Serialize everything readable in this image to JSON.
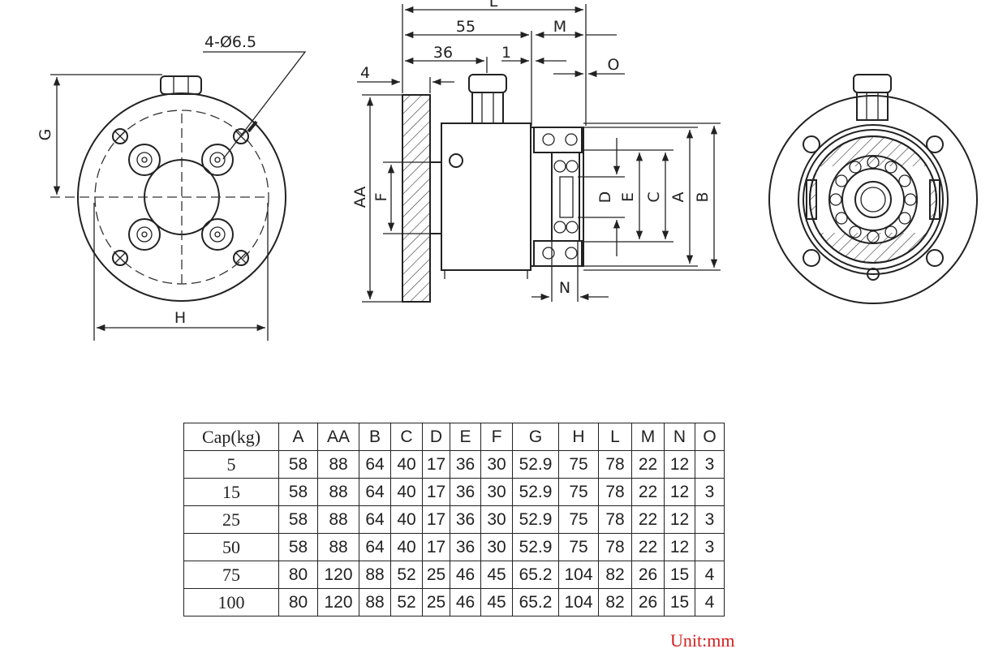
{
  "drawing": {
    "front_view": {
      "hole_callout": "4-Ø6.5",
      "dim_g": "G",
      "dim_h": "H"
    },
    "side_view": {
      "dim_l": "L",
      "dim_55": "55",
      "dim_m": "M",
      "dim_36": "36",
      "dim_1": "1",
      "dim_o": "O",
      "dim_4": "4",
      "dim_aa": "AA",
      "dim_f": "F",
      "dim_d": "D",
      "dim_e": "E",
      "dim_c": "C",
      "dim_a": "A",
      "dim_b": "B",
      "dim_n": "N"
    }
  },
  "table": {
    "headers": [
      "Cap(kg)",
      "A",
      "AA",
      "B",
      "C",
      "D",
      "E",
      "F",
      "G",
      "H",
      "L",
      "M",
      "N",
      "O"
    ],
    "rows": [
      [
        "5",
        "58",
        "88",
        "64",
        "40",
        "17",
        "36",
        "30",
        "52.9",
        "75",
        "78",
        "22",
        "12",
        "3"
      ],
      [
        "15",
        "58",
        "88",
        "64",
        "40",
        "17",
        "36",
        "30",
        "52.9",
        "75",
        "78",
        "22",
        "12",
        "3"
      ],
      [
        "25",
        "58",
        "88",
        "64",
        "40",
        "17",
        "36",
        "30",
        "52.9",
        "75",
        "78",
        "22",
        "12",
        "3"
      ],
      [
        "50",
        "58",
        "88",
        "64",
        "40",
        "17",
        "36",
        "30",
        "52.9",
        "75",
        "78",
        "22",
        "12",
        "3"
      ],
      [
        "75",
        "80",
        "120",
        "88",
        "52",
        "25",
        "46",
        "45",
        "65.2",
        "104",
        "82",
        "26",
        "15",
        "4"
      ],
      [
        "100",
        "80",
        "120",
        "88",
        "52",
        "25",
        "46",
        "45",
        "65.2",
        "104",
        "82",
        "26",
        "15",
        "4"
      ]
    ]
  },
  "unit_label": "Unit:mm",
  "colors": {
    "line": "#222222",
    "unit_text": "#d42020"
  }
}
